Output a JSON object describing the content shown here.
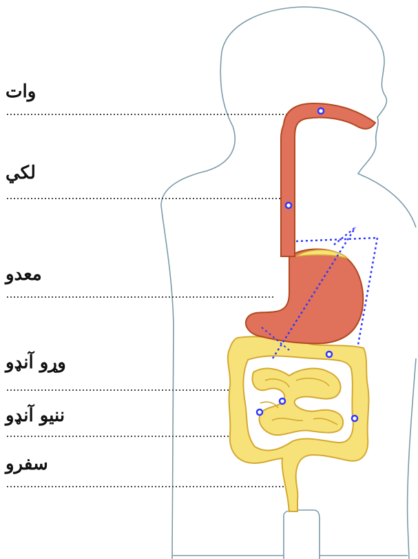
{
  "labels": [
    "وات",
    "لکي",
    "معدو",
    "وړو آنډو",
    "ننیو آنډو",
    "سفرو"
  ],
  "colors": {
    "body_outline": "#7a9ba8",
    "esophagus_fill": "#e0715a",
    "organ_stroke": "#b1481f",
    "intestine_fill": "#f7e27a",
    "intestine_stroke": "#d4a830",
    "marker": "#2f36ff",
    "guide_line": "#444444"
  }
}
